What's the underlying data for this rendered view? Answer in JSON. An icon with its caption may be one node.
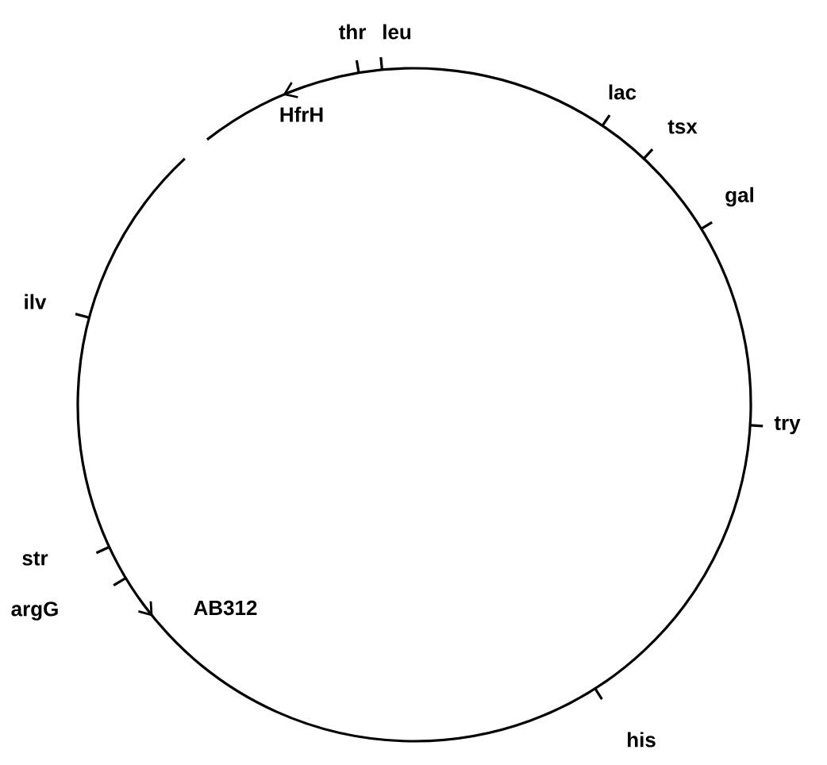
{
  "diagram": {
    "labels": [
      "thr",
      "leu",
      "HfrH",
      "lac",
      "tsx",
      "gal",
      "ilv",
      "try",
      "str",
      "argG",
      "AB312",
      "his"
    ]
  }
}
